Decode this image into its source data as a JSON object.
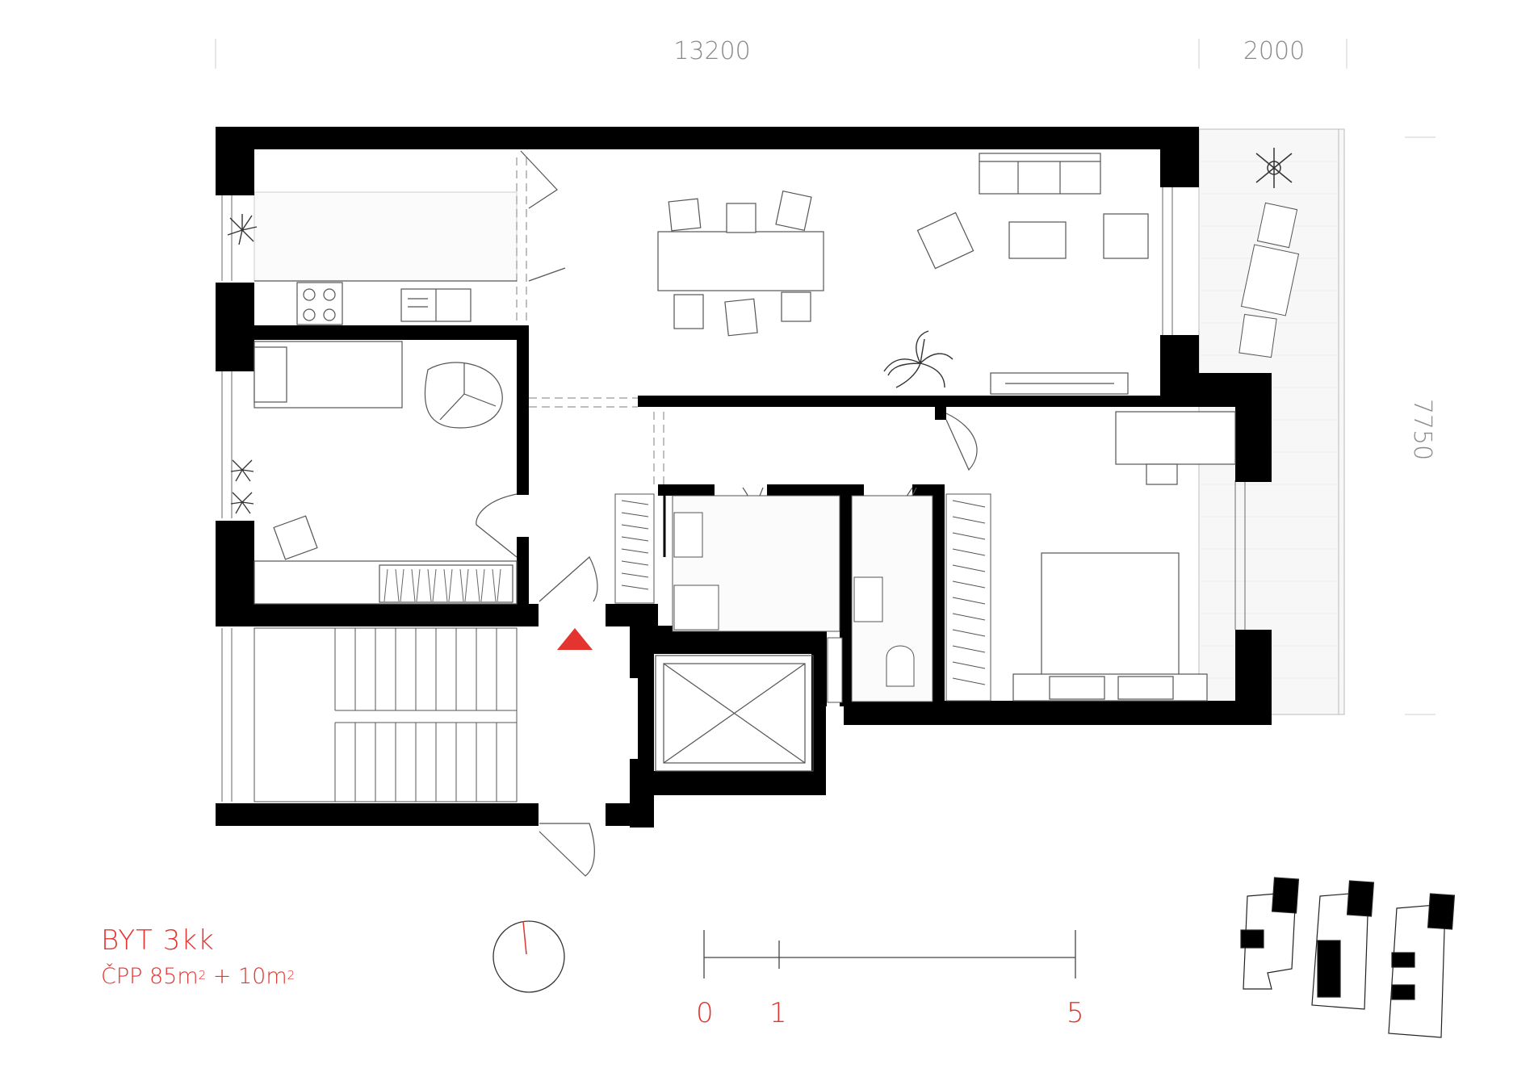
{
  "dimensions": {
    "width_main": "13200",
    "width_terrace": "2000",
    "depth": "7750"
  },
  "title": {
    "unit_type": "BYT  3kk",
    "area_prefix": "ČPP 85m",
    "area_mid": " + 10m",
    "area_sup": "2"
  },
  "scale": {
    "labels": [
      "0",
      "1",
      "5"
    ]
  },
  "colors": {
    "wall": "#000000",
    "line": "#555555",
    "accent": "#e3342f",
    "dimension": "#8a8a8a"
  },
  "icons": [
    "north-arrow-icon",
    "entrance-arrow-icon",
    "elevator-icon",
    "plant-icon",
    "key-plan-icon"
  ]
}
